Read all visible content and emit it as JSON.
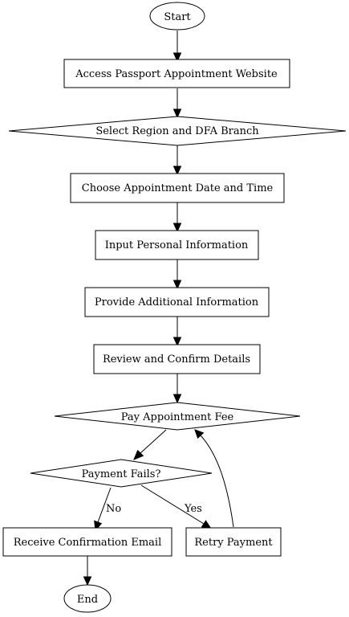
{
  "diagram": {
    "nodes": {
      "start": "Start",
      "access": "Access Passport Appointment Website",
      "region": "Select Region and DFA Branch",
      "choose": "Choose Appointment Date and Time",
      "input": "Input Personal Information",
      "additional": "Provide Additional Information",
      "review": "Review and Confirm Details",
      "pay": "Pay Appointment Fee",
      "fails": "Payment Fails?",
      "confirm": "Receive Confirmation Email",
      "retry": "Retry Payment",
      "end": "End"
    },
    "edge_labels": {
      "no": "No",
      "yes": "Yes"
    }
  }
}
